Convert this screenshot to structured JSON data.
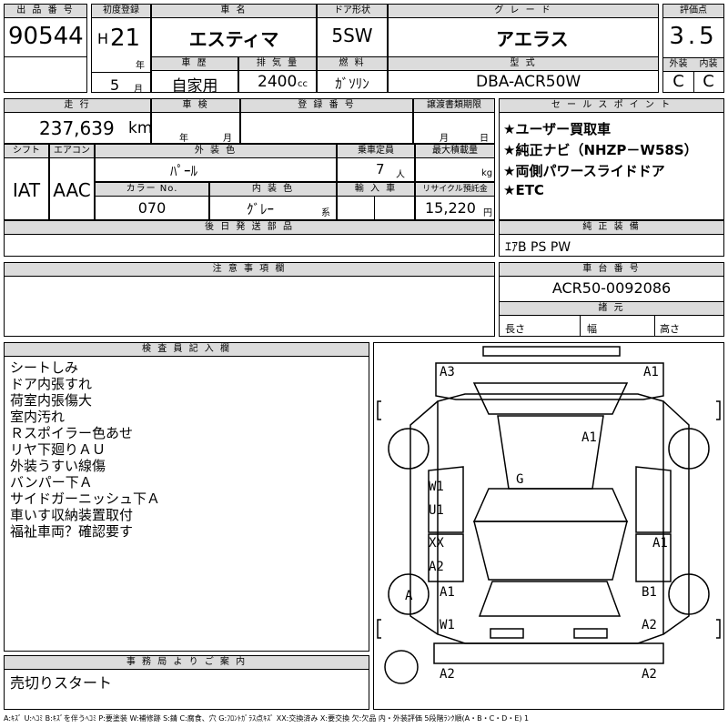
{
  "header": {
    "lot_label": "出 品 番 号",
    "lot_value": "90544",
    "reg_label": "初度登録",
    "era": "H",
    "year": "21",
    "year_unit": "年",
    "month": "5",
    "month_unit": "月",
    "name_label": "車 名",
    "name_value": "エスティマ",
    "door_label": "ドア形状",
    "door_value": "5SW",
    "grade_label": "グ レ ー ド",
    "grade_value": "アエラス",
    "score_label": "評価点",
    "score_value": "3.5",
    "ext_label": "外装",
    "ext_value": "C",
    "int_label": "内装",
    "int_value": "C",
    "history_label": "車 歴",
    "history_value": "自家用",
    "disp_label": "排 気 量",
    "disp_value": "2400",
    "disp_unit": "cc",
    "fuel_label": "燃 料",
    "fuel_value": "ｶﾞｿﾘﾝ",
    "model_label": "型 式",
    "model_value": "DBA-ACR50W"
  },
  "row2": {
    "mileage_label": "走 行",
    "mileage_value": "237,639",
    "mileage_unit": "km",
    "inspection_label": "車 検",
    "insp_year_unit": "年",
    "insp_month_unit": "月",
    "regno_label": "登 録 番 号",
    "transfer_label": "譲渡書類期限",
    "transfer_month_unit": "月",
    "transfer_day_unit": "日"
  },
  "row3": {
    "shift_label": "シフト",
    "shift_value": "IAT",
    "ac_label": "エアコン",
    "ac_value": "AAC",
    "color_label": "外 装 色",
    "color_value": "ﾊﾟｰﾙ",
    "capacity_label": "乗車定員",
    "capacity_value": "7",
    "capacity_unit": "人",
    "load_label": "最大積載量",
    "load_unit": "kg",
    "colorno_label": "カラー No.",
    "colorno_value": "070",
    "interior_label": "内 装 色",
    "interior_value": "ｸﾞﾚｰ",
    "interior_unit": "系",
    "import_label": "輸 入 車",
    "recycle_label": "リサイクル預託金",
    "recycle_value": "15,220",
    "recycle_unit": "円"
  },
  "sales_points": {
    "label": "セ ー ル ス ポ イ ン ト",
    "items": [
      "★ユーザー買取車",
      "★純正ナビ（NHZP－W58S）",
      "★両側パワースライドドア",
      "★ETC"
    ]
  },
  "later_parts": {
    "label": "後 日 発 送 部 品"
  },
  "genuine": {
    "label": "純 正 装 備",
    "value": "ｴｱB PS PW"
  },
  "caution": {
    "label": "注 意 事 項 欄"
  },
  "chassis": {
    "label": "車 台 番 号",
    "value": "ACR50-0092086"
  },
  "specs": {
    "label": "諸 元",
    "length": "長さ",
    "width": "幅",
    "height": "高さ"
  },
  "inspector": {
    "label": "検 査 員 記 入 欄",
    "lines": [
      "シートしみ",
      "ドア内張すれ",
      "荷室内張傷大",
      "室内汚れ",
      "Ｒスポイラー色あせ",
      "リヤ下廻りＡＵ",
      "外装うすい線傷",
      "バンパー下Ａ",
      "サイドガーニッシュ下Ａ",
      "車いす収納装置取付",
      "福祉車両？確認要す"
    ]
  },
  "office": {
    "label": "事 務 局 よ り ご 案 内",
    "value": "売切りスタート"
  },
  "diagram_marks": {
    "a3_top_left": "A3",
    "a1_top_right": "A1",
    "a1_roof": "A1",
    "g_glass": "G",
    "w1_left": "W1",
    "u1_left": "U1",
    "xx_left": "XX",
    "a2_left_mid": "A2",
    "a1_right_mid": "A1",
    "a_wheel": "A",
    "a1_left_low": "A1",
    "w1_left_low": "W1",
    "b1_right_low": "B1",
    "a2_right_low": "A2",
    "a2_bottom_left": "A2",
    "a2_bottom_right": "A2"
  },
  "legend": "A:ｷｽﾞ U:ﾍｺﾐ B:ｷｽﾞを伴うﾍｺﾐ P:要塗装 W:補修跡 S:錆 C:腐食、穴 G:ﾌﾛﾝﾄｶﾞﾗｽ点ｷｽﾞ XX:交換済み X:要交換 欠:欠品 内・外装評価 5段階ﾗﾝｸ順(A・B・C・D・E) 1"
}
